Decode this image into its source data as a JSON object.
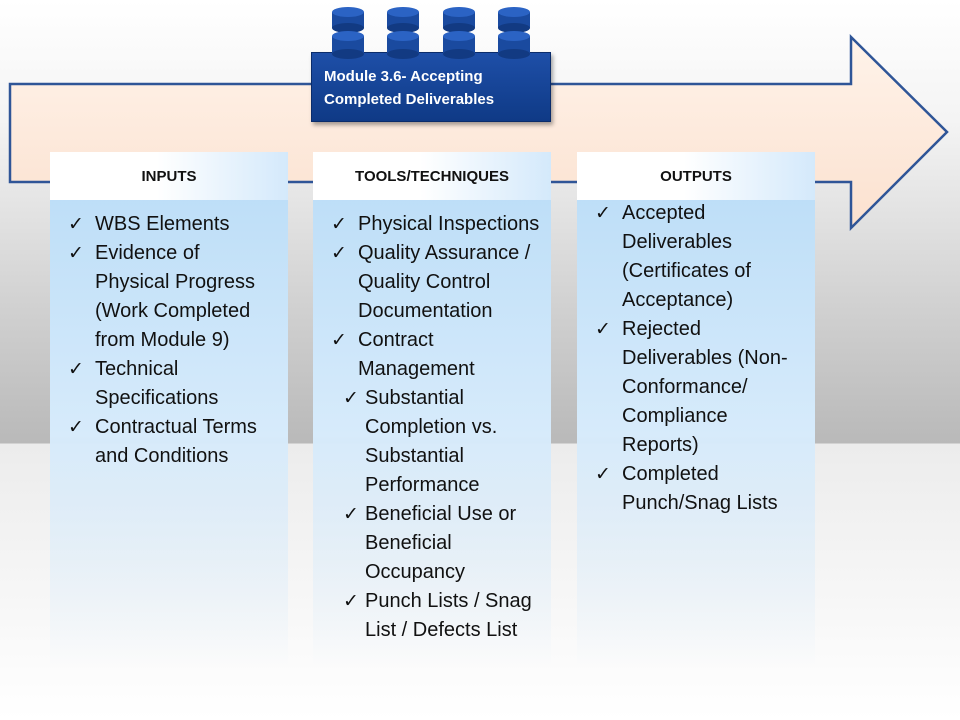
{
  "module": {
    "title": "Module 3.6- Accepting Completed Deliverables"
  },
  "columns": {
    "inputs": {
      "header": "INPUTS",
      "items": [
        "WBS Elements",
        "Evidence of Physical Progress (Work Completed from Module 9)",
        "Technical Specifications",
        "Contractual Terms and Conditions"
      ]
    },
    "tools": {
      "header": "TOOLS/TECHNIQUES",
      "items": [
        "Physical Inspections",
        "Quality Assurance / Quality Control Documentation",
        "Contract Management"
      ],
      "subitems": [
        "Substantial Completion vs. Substantial Performance",
        "Beneficial Use or Beneficial Occupancy",
        "Punch Lists / Snag List / Defects List"
      ]
    },
    "outputs": {
      "header": "OUTPUTS",
      "items": [
        "Accepted Deliverables (Certificates of Acceptance)",
        "Rejected Deliverables (Non-Conformance/ Compliance Reports)",
        "Completed Punch/Snag Lists"
      ]
    }
  },
  "colors": {
    "arrow_fill": "#fde7d7",
    "brick": "#1a4a9f",
    "column": "#bcdcf6"
  }
}
